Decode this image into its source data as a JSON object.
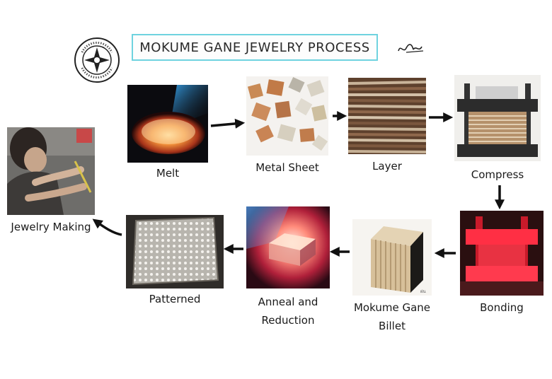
{
  "title": "MOKUME GANE JEWELRY PROCESS",
  "logo": {
    "name": "company seal",
    "text": "JEWELRY CO. LTD."
  },
  "signature": "ฝน",
  "steps": {
    "melt": "Melt",
    "metal_sheet": "Metal Sheet",
    "layer": "Layer",
    "compress": "Compress",
    "bonding": "Bonding",
    "billet_line1": "Mokume Gane",
    "billet_line2": "Billet",
    "anneal_line1": "Anneal and",
    "anneal_line2": "Reduction",
    "patterned": "Patterned",
    "jewelry_making": "Jewelry Making"
  },
  "colors": {
    "title_border": "#6fd3df",
    "arrow": "#111111"
  }
}
